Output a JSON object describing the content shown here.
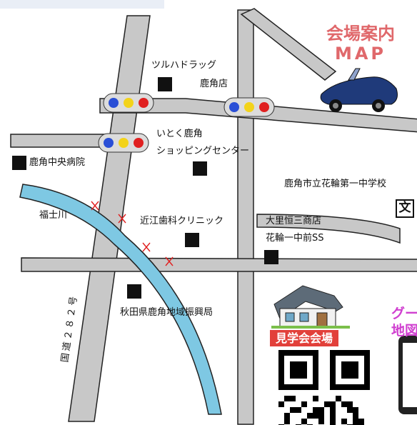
{
  "title": {
    "line1": "会場案内",
    "line2": "MAP",
    "color": "#e0686b"
  },
  "landmarks": {
    "tsuruha": "ツルハドラッグ",
    "tsuruha_branch": "鹿角店",
    "itoku": "いとく鹿角",
    "itoku_sc": "ショッピングセンター",
    "hospital": "鹿角中央病院",
    "school": "鹿角市立花輪第一中学校",
    "school_symbol": "文",
    "river": "福士川",
    "clinic": "近江歯科クリニック",
    "osato": "大里恒三商店",
    "hanawa_ss": "花輪一中前SS",
    "route": "国道２８２号",
    "office": "秋田県鹿角地域振興局",
    "venue": "見学会会場",
    "google_partial": "グー",
    "map_partial": "地図"
  },
  "colors": {
    "road": "#c8c8c8",
    "river": "#7ec8e3",
    "venue_badge": "#e2403a",
    "car": "#1f3a7a",
    "signal_red": "#e02020",
    "signal_yellow": "#f3d31a",
    "signal_blue": "#2a4fd6"
  }
}
